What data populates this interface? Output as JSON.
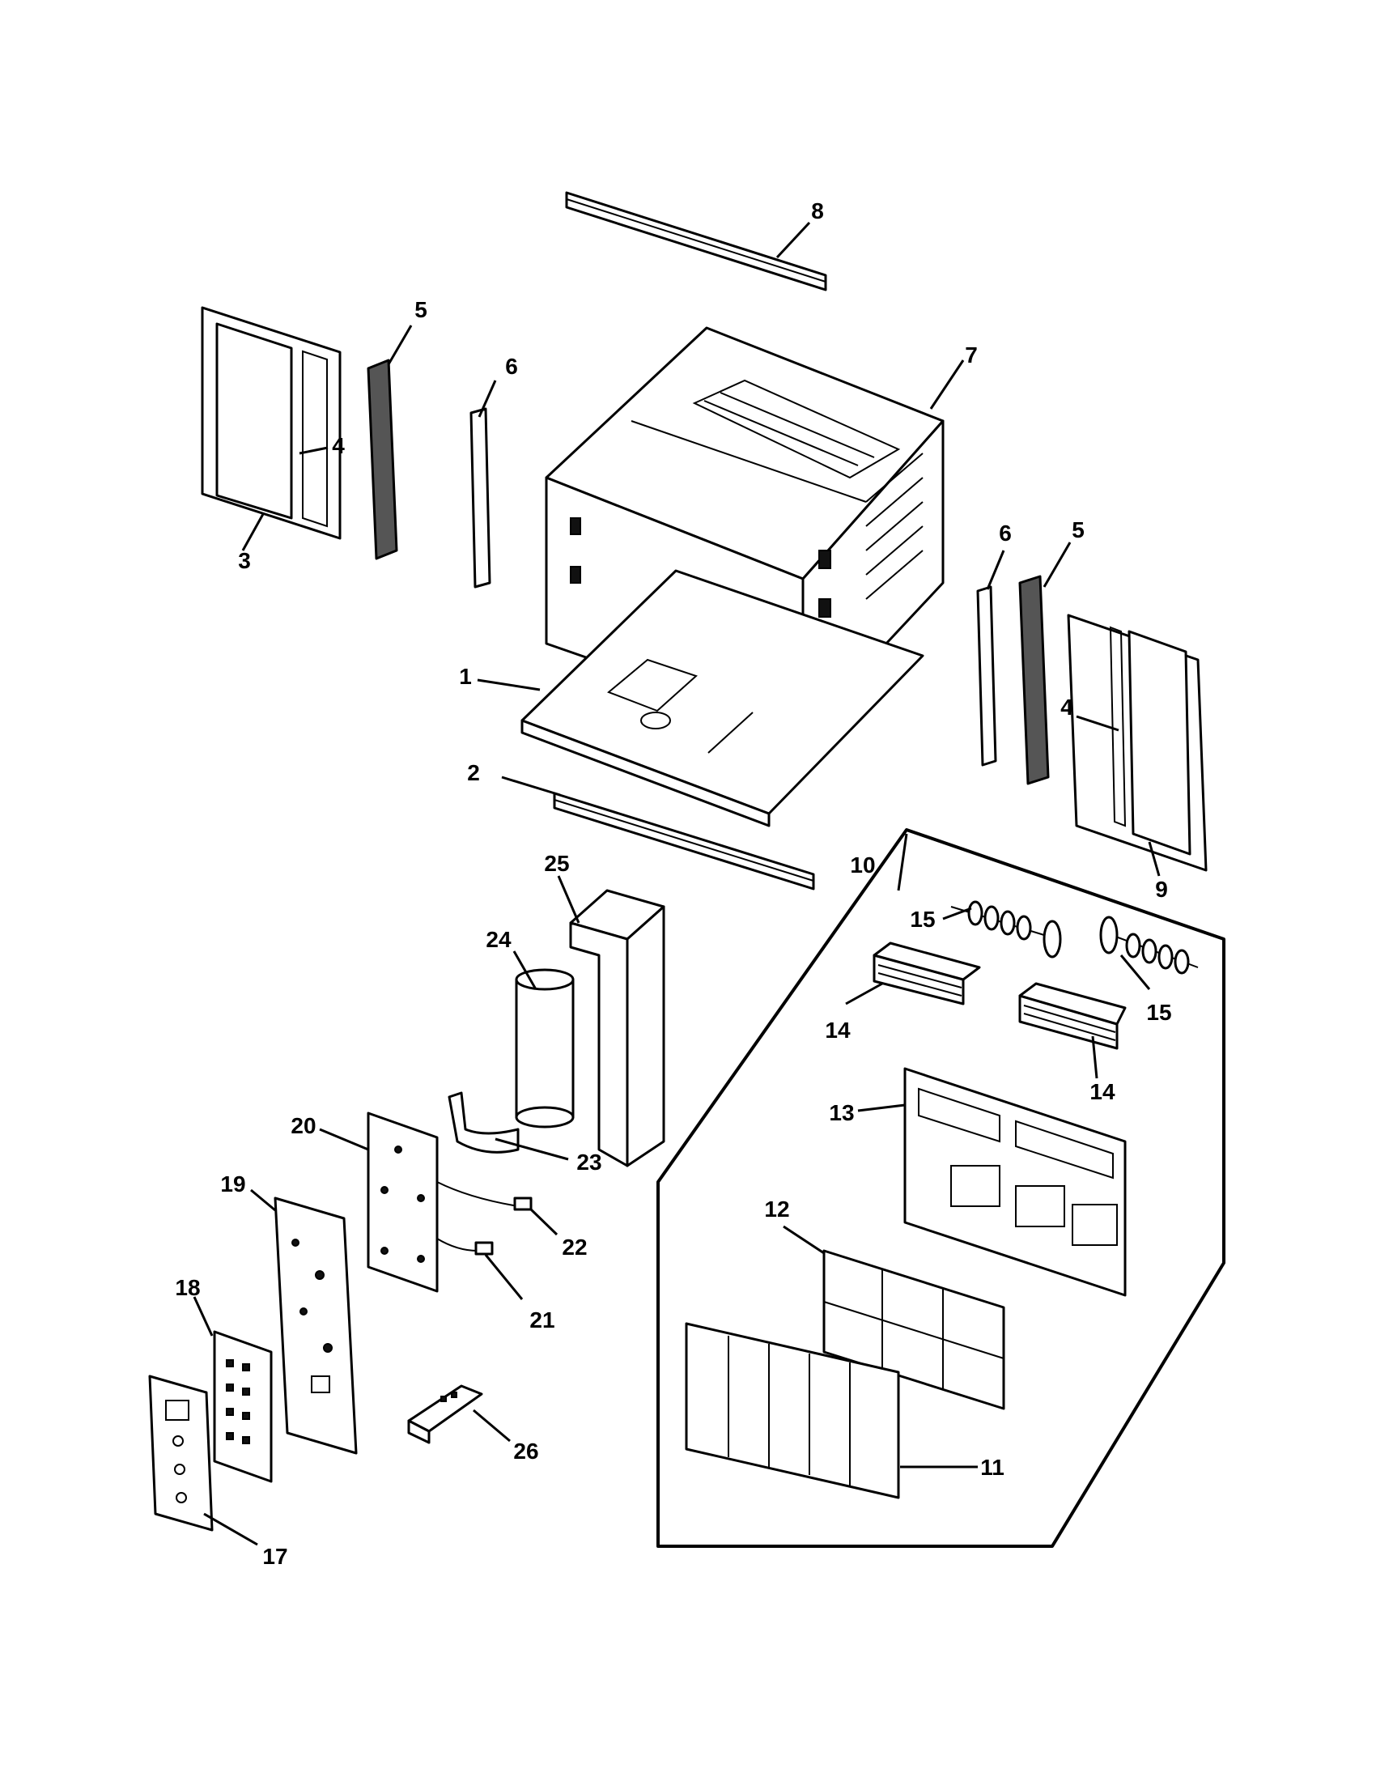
{
  "callouts": [
    {
      "id": "c1",
      "label": "1"
    },
    {
      "id": "c2",
      "label": "2"
    },
    {
      "id": "c3",
      "label": "3"
    },
    {
      "id": "c4a",
      "label": "4"
    },
    {
      "id": "c4b",
      "label": "4"
    },
    {
      "id": "c5a",
      "label": "5"
    },
    {
      "id": "c5b",
      "label": "5"
    },
    {
      "id": "c6a",
      "label": "6"
    },
    {
      "id": "c6b",
      "label": "6"
    },
    {
      "id": "c7",
      "label": "7"
    },
    {
      "id": "c8",
      "label": "8"
    },
    {
      "id": "c9",
      "label": "9"
    },
    {
      "id": "c10",
      "label": "10"
    },
    {
      "id": "c11",
      "label": "11"
    },
    {
      "id": "c12",
      "label": "12"
    },
    {
      "id": "c13",
      "label": "13"
    },
    {
      "id": "c14a",
      "label": "14"
    },
    {
      "id": "c14b",
      "label": "14"
    },
    {
      "id": "c15a",
      "label": "15"
    },
    {
      "id": "c15b",
      "label": "15"
    },
    {
      "id": "c17",
      "label": "17"
    },
    {
      "id": "c18",
      "label": "18"
    },
    {
      "id": "c19",
      "label": "19"
    },
    {
      "id": "c20",
      "label": "20"
    },
    {
      "id": "c21",
      "label": "21"
    },
    {
      "id": "c22",
      "label": "22"
    },
    {
      "id": "c23",
      "label": "23"
    },
    {
      "id": "c24",
      "label": "24"
    },
    {
      "id": "c25",
      "label": "25"
    },
    {
      "id": "c26",
      "label": "26"
    }
  ]
}
